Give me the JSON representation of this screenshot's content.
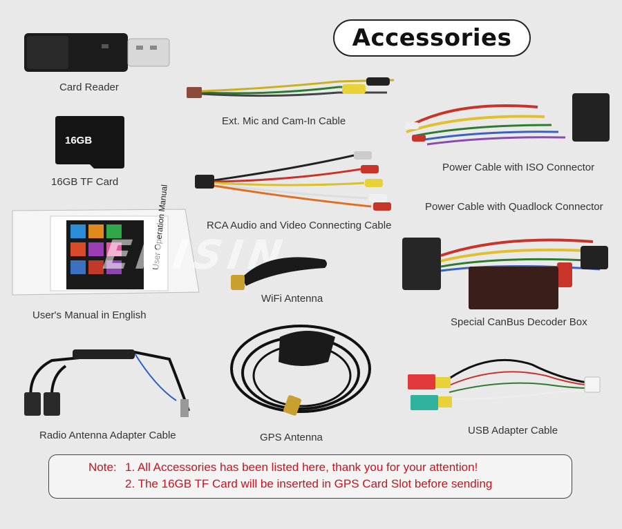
{
  "title": "Accessories",
  "watermark": "ERISIN",
  "items": {
    "card_reader": "Card Reader",
    "tf_card": "16GB TF Card",
    "tf_card_capacity": "16GB",
    "manual": "User's Manual in English",
    "manual_cover_text": "User Operation Manual",
    "radio_adapter": "Radio Antenna Adapter Cable",
    "mic_cam_cable": "Ext. Mic and Cam-In Cable",
    "rca_cable": "RCA Audio and Video Connecting Cable",
    "wifi_antenna": "WiFi Antenna",
    "gps_antenna": "GPS Antenna",
    "power_iso": "Power Cable with ISO Connector",
    "power_quadlock": "Power Cable with Quadlock Connector",
    "canbus": "Special CanBus Decoder Box",
    "usb_adapter": "USB Adapter Cable"
  },
  "note": {
    "prefix": "Note:",
    "line1": "1. All Accessories has been listed here, thank you for your attention!",
    "line2": "2. The 16GB TF Card will be inserted in GPS Card Slot before sending"
  },
  "colors": {
    "note_red": "#d0101a",
    "title_text": "#111111",
    "background": "#e9e9e9"
  }
}
